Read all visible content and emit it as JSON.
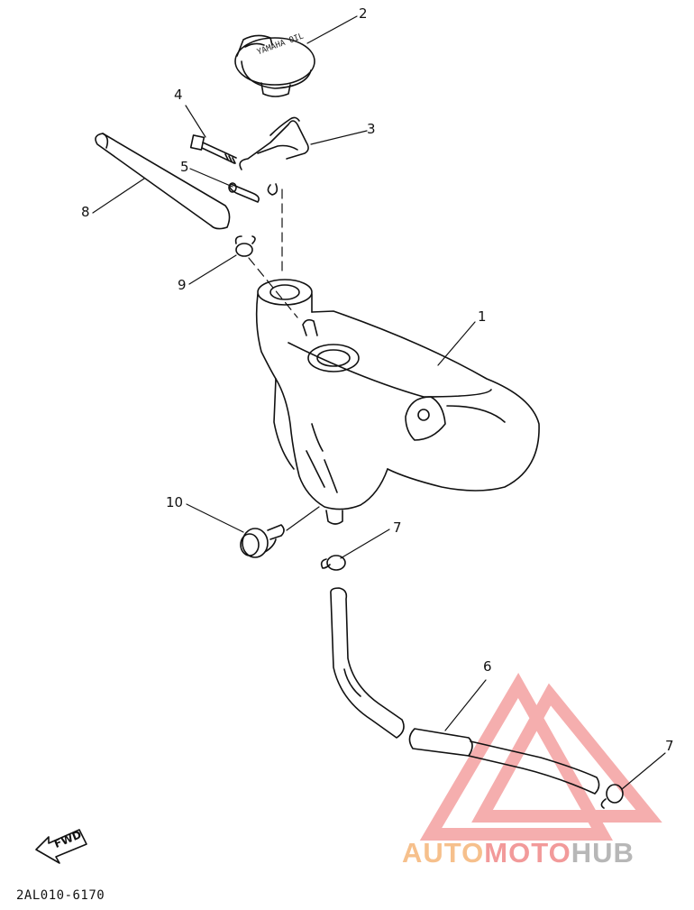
{
  "diagram": {
    "callouts": {
      "c1": "1",
      "c2": "2",
      "c3": "3",
      "c4": "4",
      "c5": "5",
      "c6": "6",
      "c7a": "7",
      "c7b": "7",
      "c8": "8",
      "c9": "9",
      "c10": "10"
    },
    "cap_lettering": "YAMAHA OIL",
    "fwd_label": "FWD",
    "part_code": "2AL010-6170"
  },
  "watermark": {
    "part1": "AUTO",
    "part2": "MOTO",
    "part3": "HUB",
    "colors": {
      "auto": "#f6c08c",
      "moto": "#f29a9a",
      "hub": "#b7b7b7",
      "triangle": "#f4a0a0"
    }
  }
}
